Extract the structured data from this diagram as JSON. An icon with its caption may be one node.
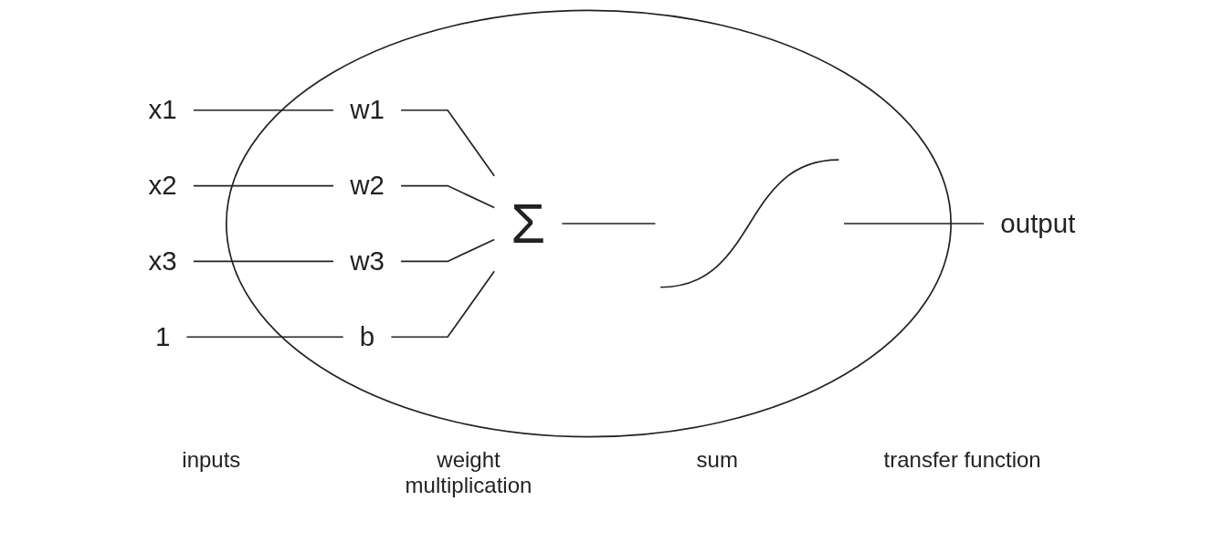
{
  "diagram": {
    "nodes": [
      {
        "text": [],
        "shape": "ellipse"
      },
      {
        "text": [
          "x1"
        ]
      },
      {
        "text": [
          "x2"
        ]
      },
      {
        "text": [
          "x3"
        ]
      },
      {
        "text": [
          "1"
        ]
      },
      {
        "text": [
          "w1"
        ],
        "in": 0
      },
      {
        "text": [
          "w2"
        ],
        "in": 0
      },
      {
        "text": [
          "w3"
        ],
        "in": 0
      },
      {
        "text": [
          "b"
        ],
        "in": 0
      },
      {
        "text": [
          "Σ"
        ],
        "in": 0
      },
      {
        "text": [],
        "shape": "picture",
        "in": 0
      },
      {
        "text": [
          "output"
        ]
      }
    ],
    "edges": [
      {
        "from": 1,
        "to": 5,
        "arrow": "none"
      },
      {
        "from": 2,
        "to": 6,
        "arrow": "none"
      },
      {
        "from": 3,
        "to": 7,
        "arrow": "none"
      },
      {
        "from": 4,
        "to": 8,
        "arrow": "none"
      },
      {
        "from": 5,
        "to": 9,
        "arrow": "none"
      },
      {
        "from": 6,
        "to": 9,
        "arrow": "none"
      },
      {
        "from": 7,
        "to": 9,
        "arrow": "none"
      },
      {
        "from": 8,
        "to": 9,
        "arrow": "none"
      },
      {
        "from": 9,
        "to": 10,
        "arrow": "none"
      },
      {
        "from": 10,
        "to": 11,
        "arrow": "none"
      }
    ],
    "labels": [
      "inputs",
      "weight multiplication",
      "sum",
      "transfer function"
    ]
  }
}
